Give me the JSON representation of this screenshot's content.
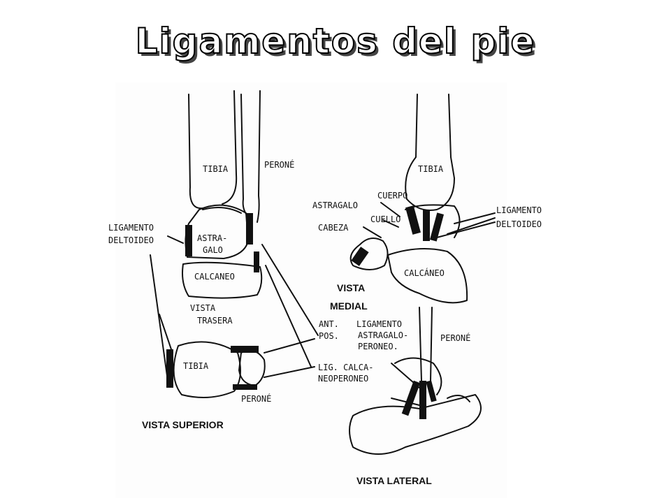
{
  "title": "Ligamentos del pie",
  "captions": {
    "vista_medial_1": "VISTA",
    "vista_medial_2": "MEDIAL",
    "vista_superior": "VISTA SUPERIOR",
    "vista_lateral": "VISTA LATERAL"
  },
  "handwritten": {
    "tibia_back": "TIBIA",
    "perone_back": "PERONÉ",
    "ligamento_deltoideo_left_1": "LIGAMENTO",
    "ligamento_deltoideo_left_2": "DELTOIDEO",
    "astragalo_1": "ASTRA-",
    "astragalo_2": "GALO",
    "calcaneo_back": "CALCANEO",
    "vista_trasera_1": "VISTA",
    "vista_trasera_2": "TRASERA",
    "tibia_sup": "TIBIA",
    "perone_sup": "PERONÉ",
    "tibia_medial": "TIBIA",
    "cuerpo": "CUERPO",
    "astragalo_medial": "ASTRAGALO",
    "cuello": "CUELLO",
    "cabeza": "CABEZA",
    "calcaneo_medial": "CALCÁNEO",
    "ligamento_deltoideo_right_1": "LIGAMENTO",
    "ligamento_deltoideo_right_2": "DELTOIDEO",
    "ant": "ANT.",
    "pos": "POS.",
    "lig_astragalo_1": "LIGAMENTO",
    "lig_astragalo_2": "ASTRAGALO-",
    "lig_astragalo_3": "PERONEO.",
    "lig_calcaneo_1": "LIG. CALCA-",
    "lig_calcaneo_2": "NEOPERONEO",
    "perone_lateral": "PERONÉ"
  }
}
